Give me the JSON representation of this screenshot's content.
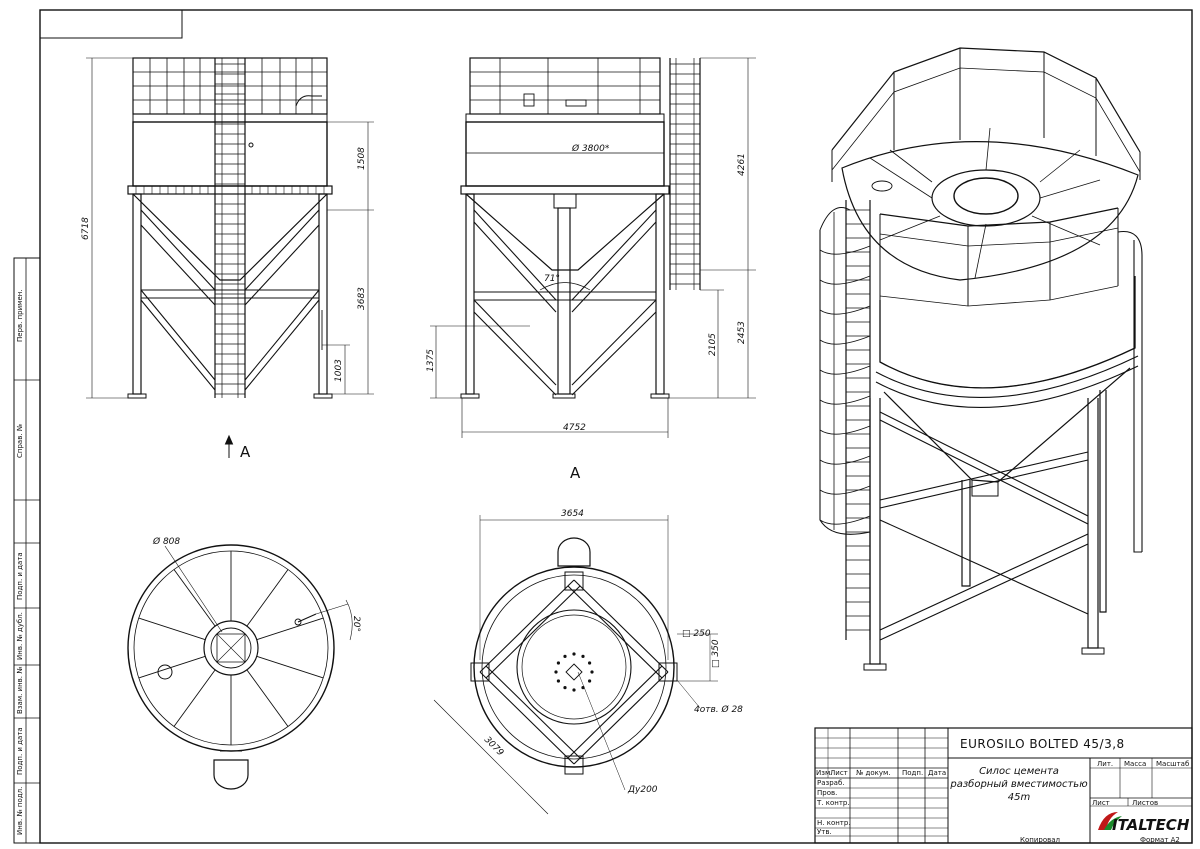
{
  "dimensions": {
    "front_total_height": "6718",
    "front_upper": "1508",
    "front_lower": "3683",
    "front_bottom": "1003",
    "side_diameter": "Ø 3800*",
    "side_angle": "71°",
    "side_height_1375": "1375",
    "side_width": "4752",
    "side_height_4261": "4261",
    "side_height_2105": "2105",
    "side_height_2453": "2453",
    "plan_hatch": "Ø 808",
    "plan_angle": "20°",
    "base_width": "3654",
    "base_pad": "□ 250",
    "base_pad_h": "□ 350",
    "base_holes": "4отв. Ø 28",
    "base_diag": "3079",
    "base_outlet": "Ду200"
  },
  "view_labels": {
    "arrow_a": "A",
    "view_a": "A"
  },
  "side_stamps": [
    "Перв. примен.",
    "Справ. №",
    "Подп. и дата",
    "Инв. № дубл.",
    "Взам. инв. №",
    "Подп. и дата",
    "Инв. № подл."
  ],
  "title_block": {
    "designation": "EUROSILO BOLTED 45/3,8",
    "name_line1": "Силос цемента",
    "name_line2": "разборный вместимостью",
    "name_line3": "45m",
    "col_izm": "Изм.",
    "col_list": "Лист",
    "col_doc": "№ докум.",
    "col_sign": "Подп.",
    "col_date": "Дата",
    "row_razrab": "Разраб.",
    "row_prov": "Пров.",
    "row_tkontr": "Т. контр.",
    "row_nkontr": "Н. контр.",
    "row_utv": "Утв.",
    "lit": "Лит.",
    "mass": "Масса",
    "scale": "Масштаб",
    "sheet": "Лист",
    "sheets": "Листов",
    "logo": "ITALTECH",
    "copied": "Копировал",
    "format": "Формат A2"
  }
}
